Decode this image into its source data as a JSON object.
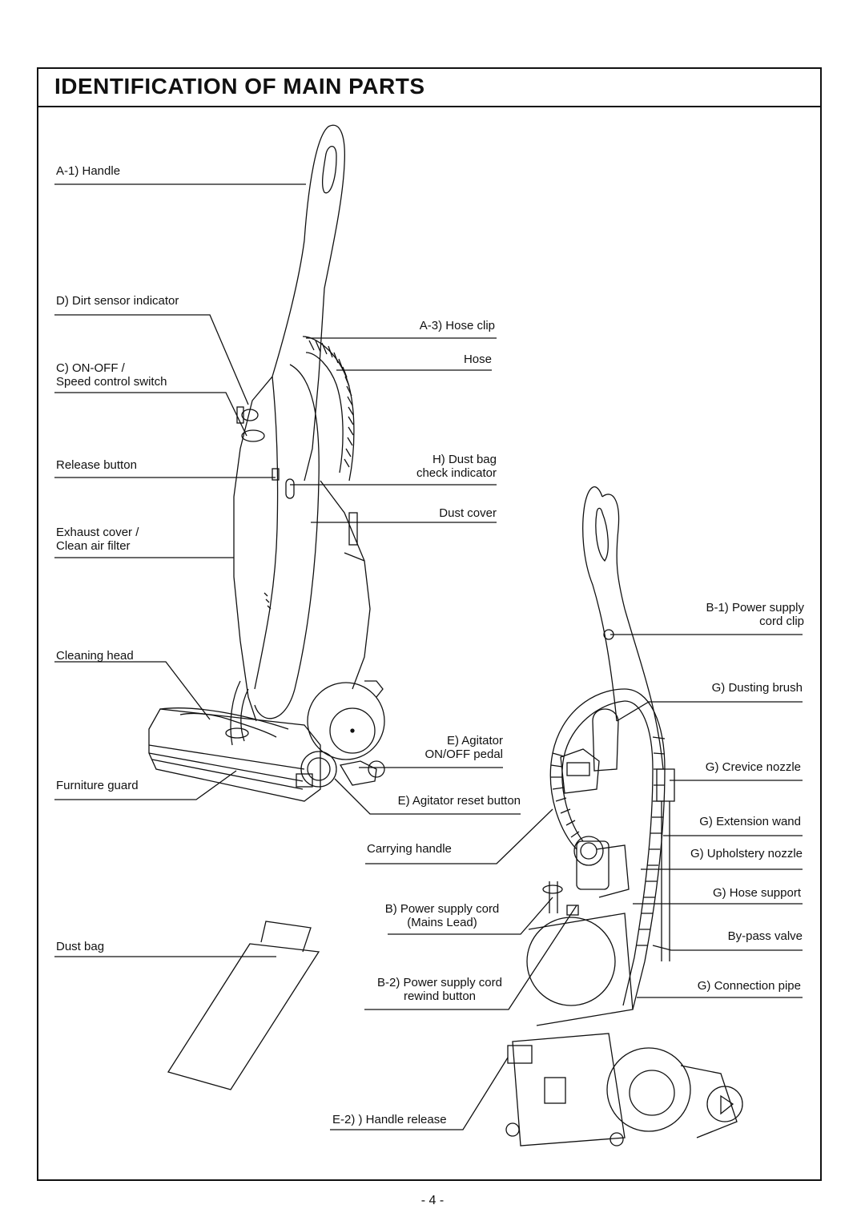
{
  "title": "IDENTIFICATION OF MAIN PARTS",
  "labels": {
    "a1": "A-1) Handle",
    "d": "D) Dirt sensor indicator",
    "a3": "A-3) Hose clip",
    "c": "C) ON-OFF /\nSpeed control switch",
    "hose": "Hose",
    "release": "Release button",
    "h": "H) Dust bag\ncheck indicator",
    "dustcover": "Dust cover",
    "exhaust": "Exhaust cover /\nClean air filter",
    "b1": "B-1) Power supply\ncord clip",
    "cleaninghead": "Cleaning head",
    "dustingbrush": "G) Dusting brush",
    "e_pedal": "E) Agitator\nON/OFF pedal",
    "crevice": "G) Crevice nozzle",
    "furniture": "Furniture guard",
    "e_reset": "E) Agitator reset button",
    "extension": "G) Extension wand",
    "carrying": "Carrying handle",
    "upholstery": "G) Upholstery nozzle",
    "hosesupport": "G) Hose support",
    "b": "B) Power supply cord\n(Mains Lead)",
    "bypass": "By-pass valve",
    "dustbag": "Dust bag",
    "b2": "B-2) Power supply cord\nrewind button",
    "connection": "G) Connection pipe",
    "e2": "E-2) ) Handle release"
  },
  "page_number": "- 4 -"
}
